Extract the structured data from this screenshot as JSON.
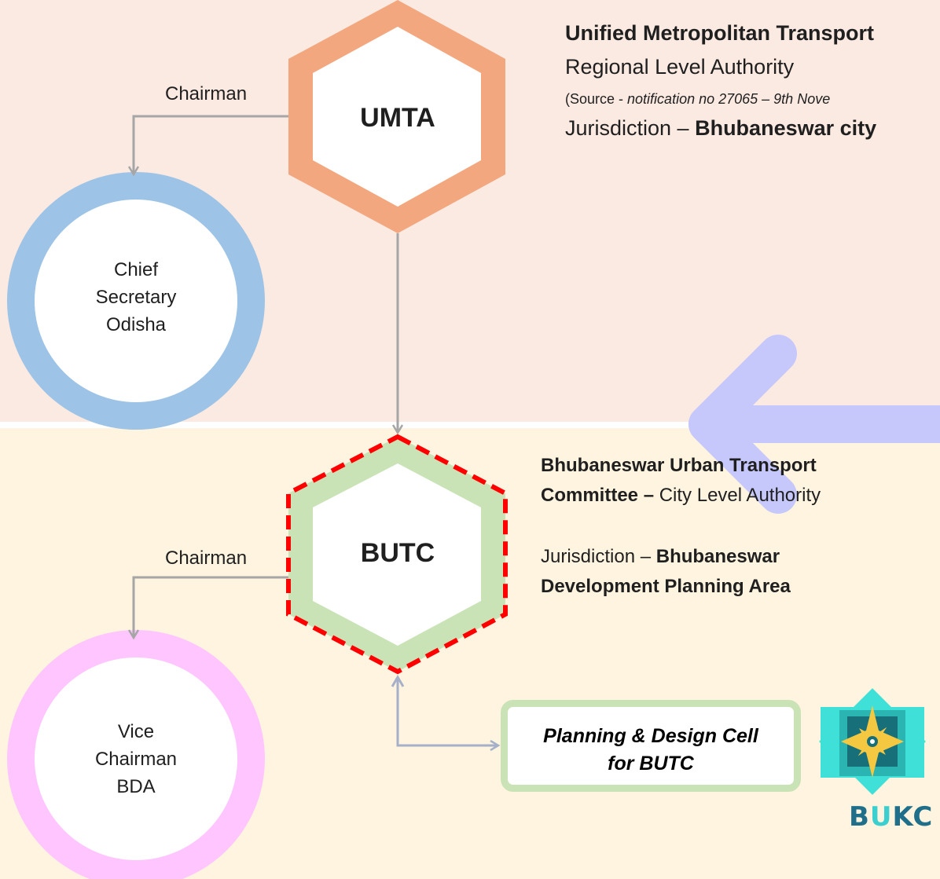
{
  "umta": {
    "hex_label": "UMTA",
    "chairman_label": "Chairman",
    "chairman_name_lines": [
      "Chief",
      "Secretary",
      "Odisha"
    ],
    "info": {
      "title": "Unified Metropolitan Transport",
      "level": "Regional Level Authority",
      "source_prefix": "(Source - ",
      "source_italic": "notification no 27065 – 9th Nove",
      "jurisdiction_prefix": "Jurisdiction – ",
      "jurisdiction_bold": "Bhubaneswar city"
    },
    "colors": {
      "hex": "#f3a77f",
      "circle": "#9dc3e6"
    }
  },
  "butc": {
    "hex_label": "BUTC",
    "chairman_label": "Chairman",
    "chairman_name_lines": [
      "Vice",
      "Chairman",
      "BDA"
    ],
    "info": {
      "name_line1": "Bhubaneswar Urban Transport",
      "name_line2_bold": "Committee –",
      "name_line2_rest": " City Level Authority",
      "jurisdiction_prefix": "Jurisdiction – ",
      "jurisdiction_bold1": "Bhubaneswar",
      "jurisdiction_bold2": "Development Planning Area"
    },
    "colors": {
      "hex": "#c9e3b6",
      "dash": "#ff0000",
      "circle": "#ffc5ff"
    }
  },
  "cell": {
    "line1": "Planning & Design Cell",
    "line2": "for BUTC"
  },
  "logo": {
    "text_b": "B",
    "text_u": "U",
    "text_kc": "KC",
    "colors": {
      "diamond": "#3fe0d8",
      "inner": "#176f79",
      "star": "#f5c842",
      "u": "#3ccfcf",
      "bkc": "#1f6f8b"
    }
  },
  "colors": {
    "connector": "#a6a6a6",
    "big_arrow": "#c6c8fb",
    "cell_arrow": "#a6b0c8"
  }
}
